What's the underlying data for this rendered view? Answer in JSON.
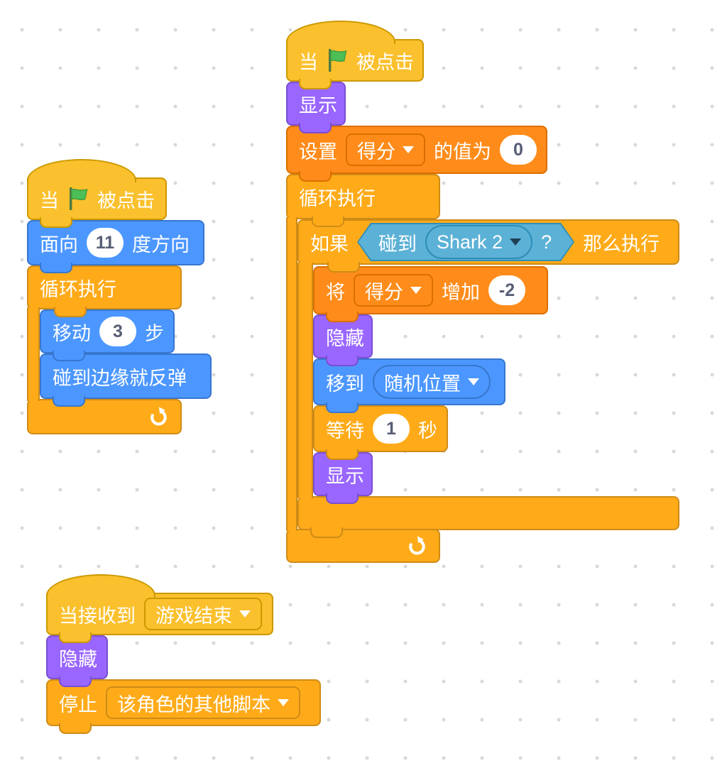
{
  "colors": {
    "motion": "#4C97FF",
    "motion_border": "#3876CE",
    "looks": "#9966FF",
    "looks_border": "#7A4FD1",
    "sensing": "#5CB1D6",
    "sensing_border": "#2E8EB8",
    "events": "#FBC02D",
    "events_border": "#CC9900",
    "control": "#FFAB19",
    "control_border": "#CF8B17",
    "variables": "#FF8C1A",
    "variables_border": "#DB6E00",
    "value_text": "#575E75",
    "canvas_dot": "#D9D9D9"
  },
  "icons": {
    "green_flag": "green-flag-icon",
    "loop_arrow": "loop-arrow-icon",
    "dropdown_caret": "dropdown-caret-icon"
  },
  "stack_left": {
    "when_flag": {
      "pre": "当",
      "post": "被点击"
    },
    "point_direction": {
      "pre": "面向",
      "value": "11",
      "post": "度方向"
    },
    "forever": {
      "label": "循环执行"
    },
    "move": {
      "pre": "移动",
      "value": "3",
      "post": "步"
    },
    "bounce": {
      "label": "碰到边缘就反弹"
    }
  },
  "stack_main": {
    "when_flag": {
      "pre": "当",
      "post": "被点击"
    },
    "show_top": {
      "label": "显示"
    },
    "set_variable": {
      "pre": "设置",
      "variable": "得分",
      "mid": "的值为",
      "value": "0"
    },
    "forever": {
      "label": "循环执行"
    },
    "if_block": {
      "pre": "如果",
      "post": "那么执行"
    },
    "touching": {
      "pre": "碰到",
      "menu": "Shark 2",
      "post": "?"
    },
    "change_variable": {
      "pre": "将",
      "variable": "得分",
      "mid": "增加",
      "value": "-2"
    },
    "hide": {
      "label": "隐藏"
    },
    "go_to": {
      "pre": "移到",
      "menu": "随机位置"
    },
    "wait": {
      "pre": "等待",
      "value": "1",
      "post": "秒"
    },
    "show_bottom": {
      "label": "显示"
    }
  },
  "stack_bottom": {
    "when_receive": {
      "pre": "当接收到",
      "menu": "游戏结束"
    },
    "hide": {
      "label": "隐藏"
    },
    "stop": {
      "pre": "停止",
      "menu": "该角色的其他脚本"
    }
  }
}
